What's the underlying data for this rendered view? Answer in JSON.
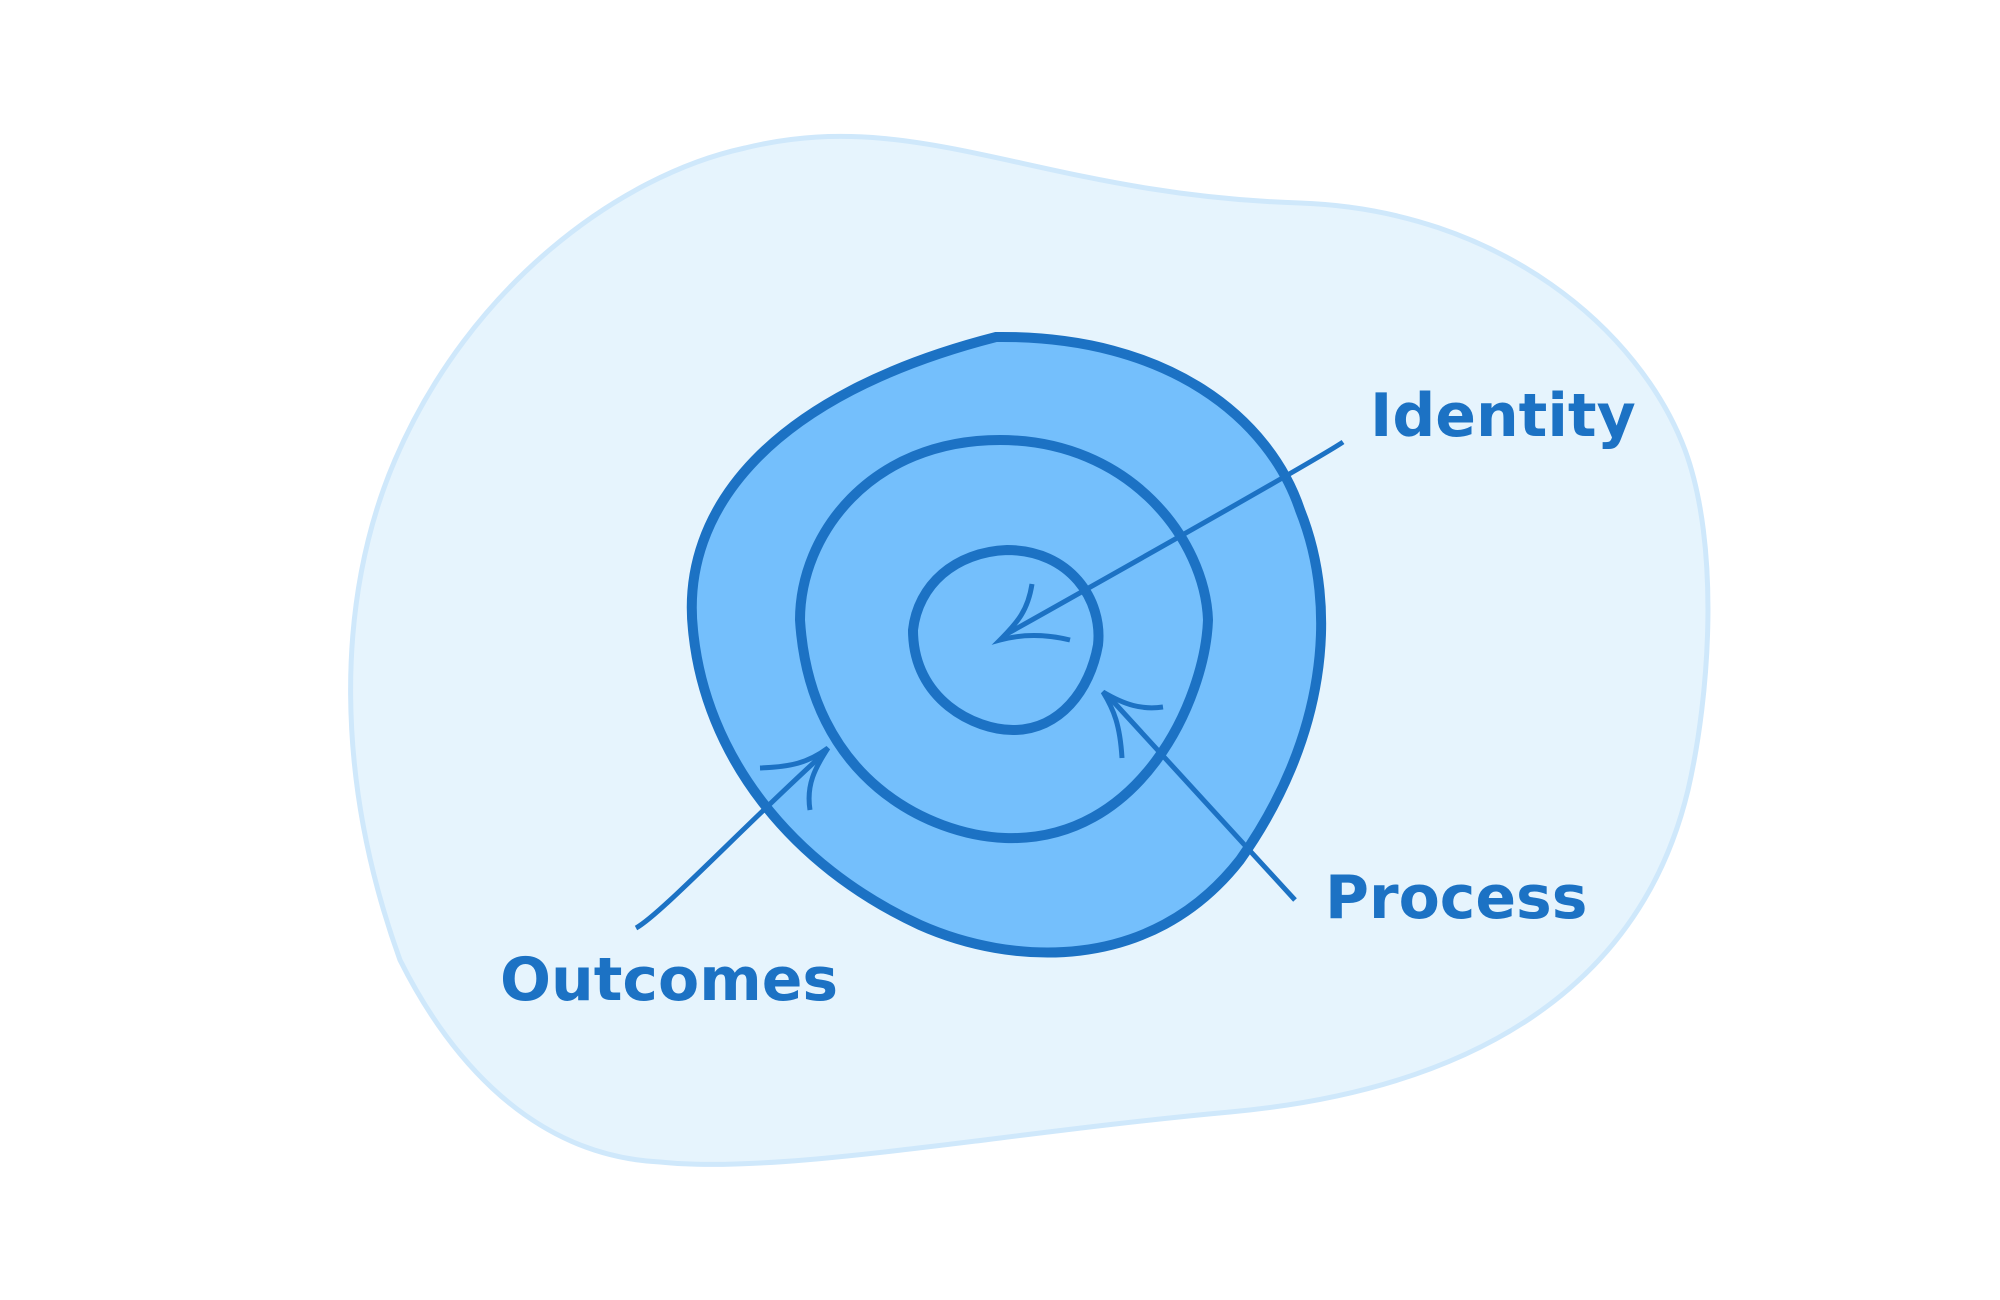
{
  "diagram": {
    "labels": {
      "identity": "Identity",
      "process": "Process",
      "outcomes": "Outcomes"
    },
    "colors": {
      "background": "#ffffff",
      "blob_fill": "#e6f4fd",
      "blob_stroke": "#cfe8fb",
      "ring_fill": "#74bffc",
      "ring_stroke": "#1c72c4",
      "label": "#1c72c4"
    }
  }
}
